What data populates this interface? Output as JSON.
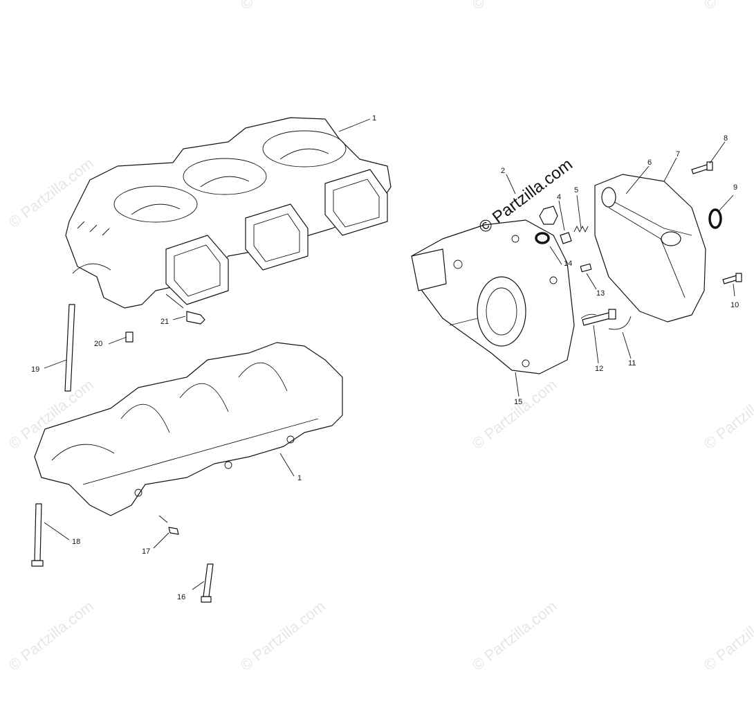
{
  "watermark_text": "© Partzilla.com",
  "stamp_text": "© Partzilla.com",
  "callouts": [
    "1",
    "1",
    "2",
    "4",
    "5",
    "6",
    "7",
    "8",
    "9",
    "10",
    "11",
    "12",
    "13",
    "14",
    "15",
    "16",
    "17",
    "18",
    "19",
    "20",
    "21"
  ]
}
